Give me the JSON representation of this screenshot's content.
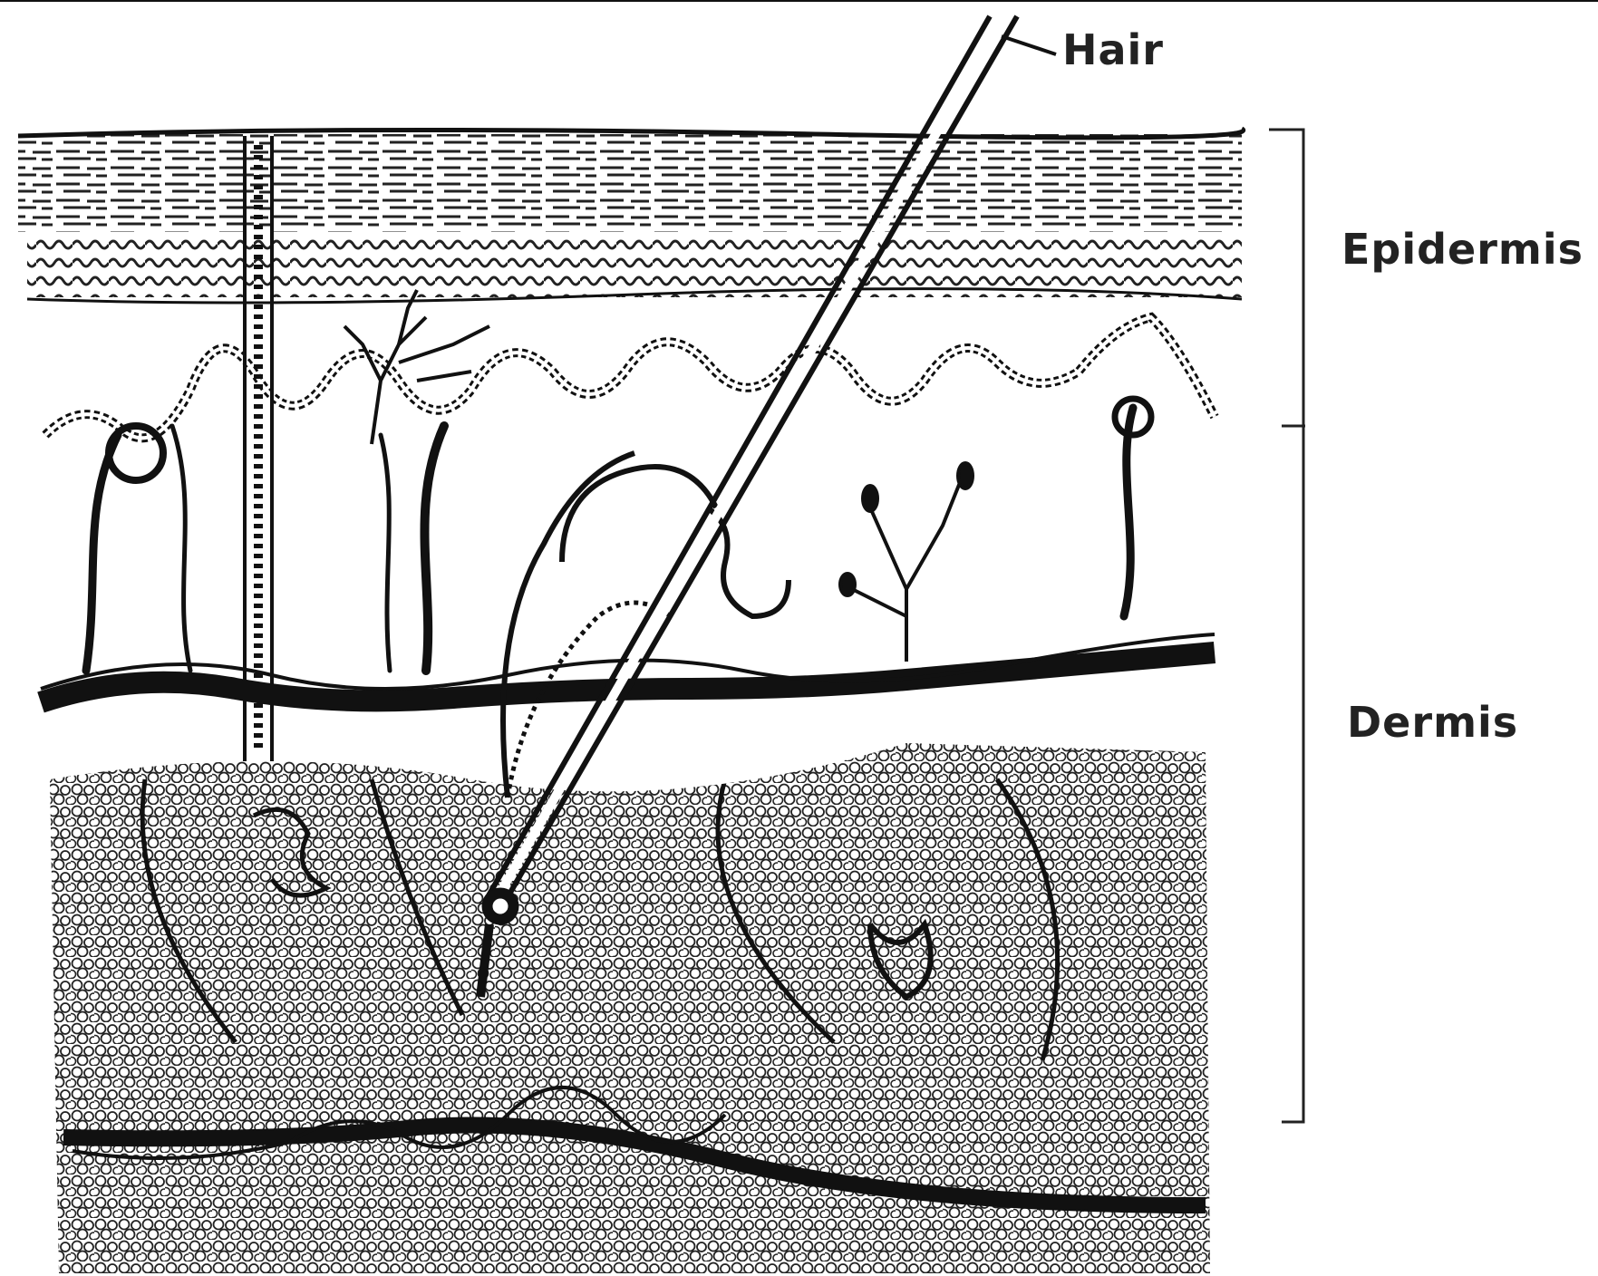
{
  "labels": {
    "hair": "Hair",
    "epidermis": "Epidermis",
    "dermis": "Dermis"
  },
  "colors": {
    "background": "#ffffff",
    "ink": "#111111",
    "label_text": "#222222"
  }
}
